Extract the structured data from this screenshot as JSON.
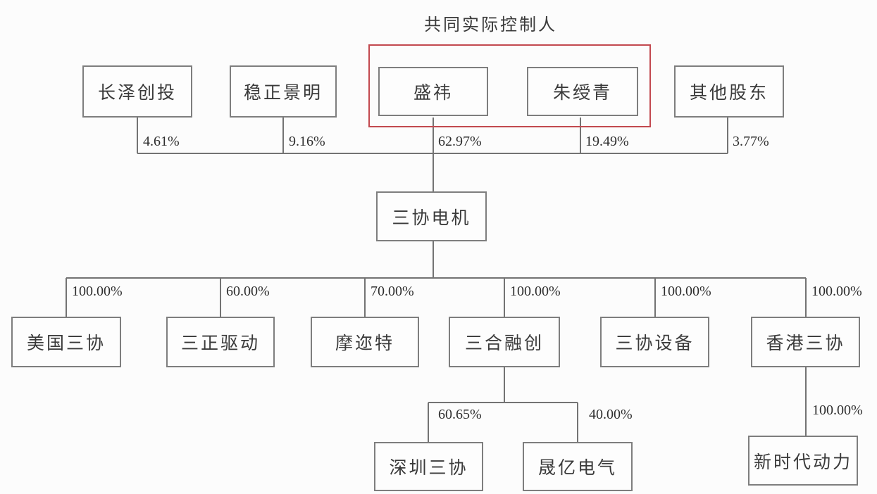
{
  "title": "共同实际控制人",
  "colors": {
    "background": "#fcfcfc",
    "box_border": "#7e7e7e",
    "connector_line": "#737373",
    "text": "#3a3a3a",
    "highlight_red": "#c2494f"
  },
  "company": {
    "name": "三协电机"
  },
  "shareholders": [
    {
      "name": "长泽创投",
      "ownership": "4.61%"
    },
    {
      "name": "稳正景明",
      "ownership": "9.16%"
    },
    {
      "name": "盛祎",
      "ownership": "62.97%",
      "joint_actual_controller": true
    },
    {
      "name": "朱绶青",
      "ownership": "19.49%",
      "joint_actual_controller": true
    },
    {
      "name": "其他股东",
      "ownership": "3.77%"
    }
  ],
  "subsidiaries": [
    {
      "name": "美国三协",
      "ownership": "100.00%"
    },
    {
      "name": "三正驱动",
      "ownership": "60.00%"
    },
    {
      "name": "摩迩特",
      "ownership": "70.00%"
    },
    {
      "name": "三合融创",
      "ownership": "100.00%"
    },
    {
      "name": "三协设备",
      "ownership": "100.00%"
    },
    {
      "name": "香港三协",
      "ownership": "100.00%"
    }
  ],
  "second_tier_subsidiaries": [
    {
      "name": "深圳三协",
      "ownership": "60.65%",
      "parent": "三合融创"
    },
    {
      "name": "晟亿电气",
      "ownership": "40.00%",
      "parent": "三合融创"
    },
    {
      "name": "新时代动力",
      "ownership": "100.00%",
      "parent": "香港三协"
    }
  ]
}
